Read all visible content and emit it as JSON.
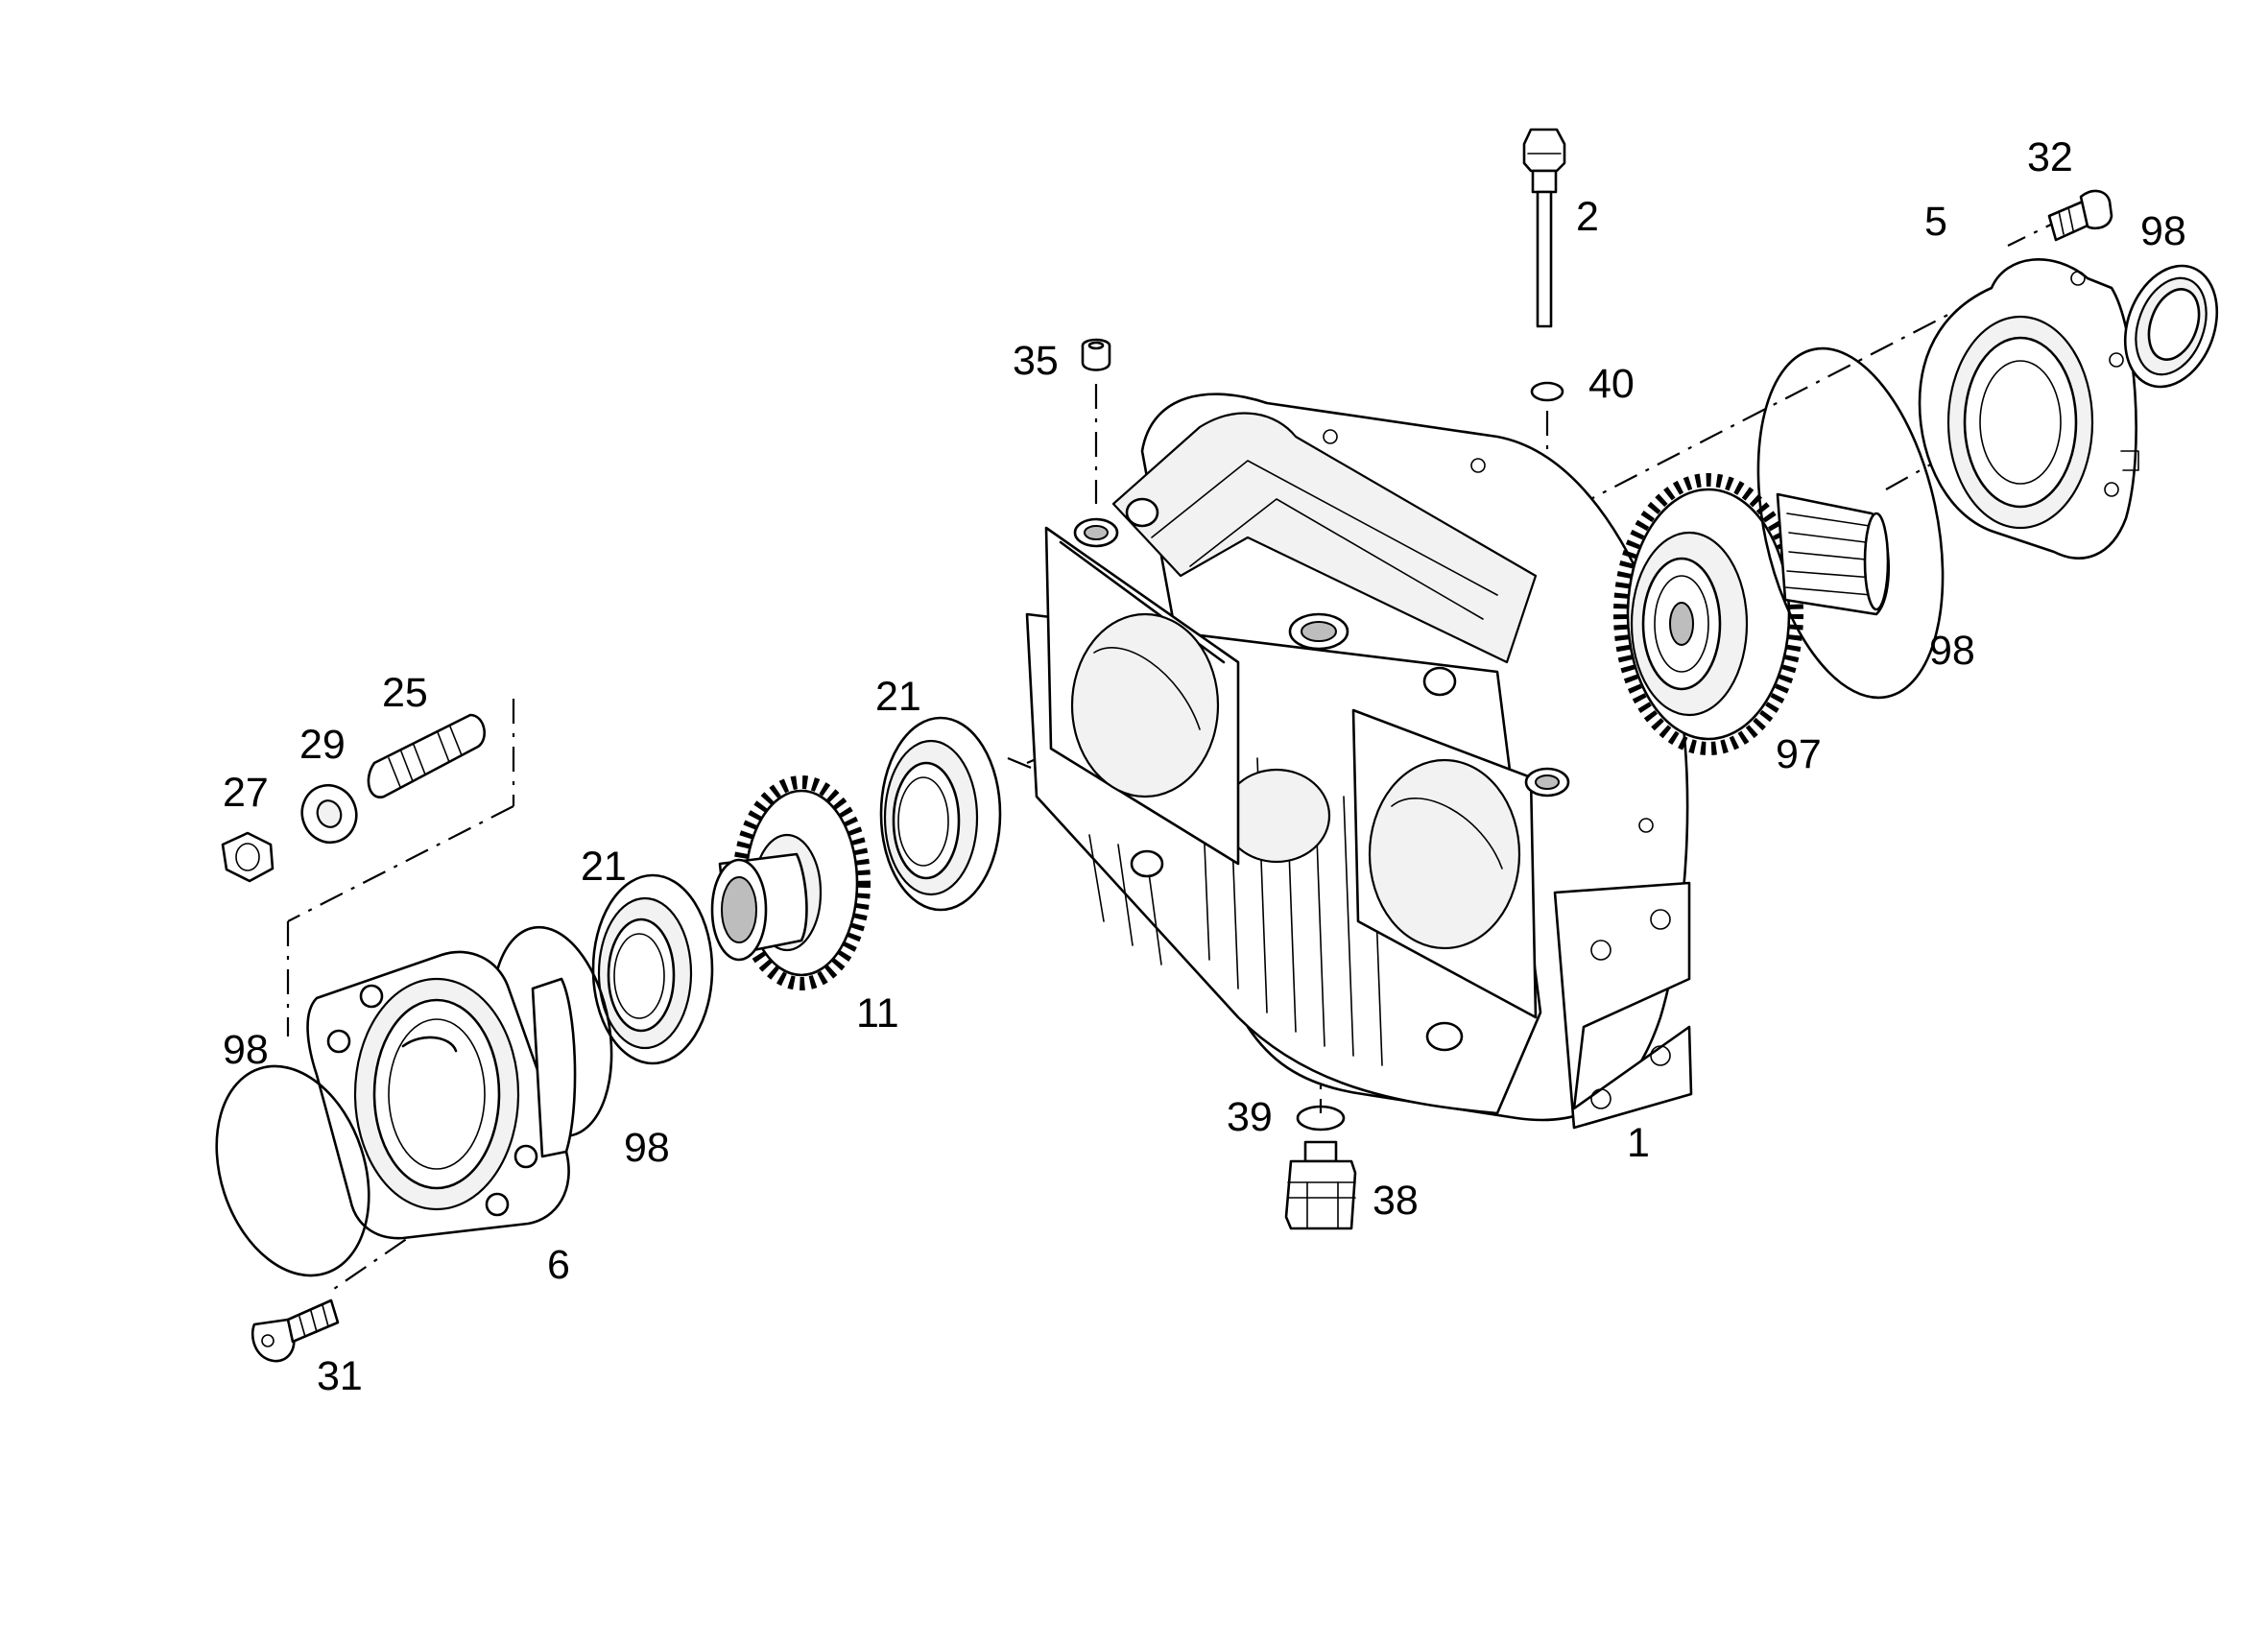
{
  "diagram": {
    "callouts": [
      {
        "id": "c1",
        "text": "1"
      },
      {
        "id": "c2",
        "text": "2"
      },
      {
        "id": "c5",
        "text": "5"
      },
      {
        "id": "c6",
        "text": "6"
      },
      {
        "id": "c11",
        "text": "11"
      },
      {
        "id": "c21a",
        "text": "21"
      },
      {
        "id": "c21b",
        "text": "21"
      },
      {
        "id": "c25",
        "text": "25"
      },
      {
        "id": "c27",
        "text": "27"
      },
      {
        "id": "c29",
        "text": "29"
      },
      {
        "id": "c31",
        "text": "31"
      },
      {
        "id": "c32",
        "text": "32"
      },
      {
        "id": "c35",
        "text": "35"
      },
      {
        "id": "c38",
        "text": "38"
      },
      {
        "id": "c39",
        "text": "39"
      },
      {
        "id": "c40",
        "text": "40"
      },
      {
        "id": "c97",
        "text": "97"
      },
      {
        "id": "c98a",
        "text": "98"
      },
      {
        "id": "c98b",
        "text": "98"
      },
      {
        "id": "c98c",
        "text": "98"
      },
      {
        "id": "c98d",
        "text": "98"
      }
    ]
  }
}
